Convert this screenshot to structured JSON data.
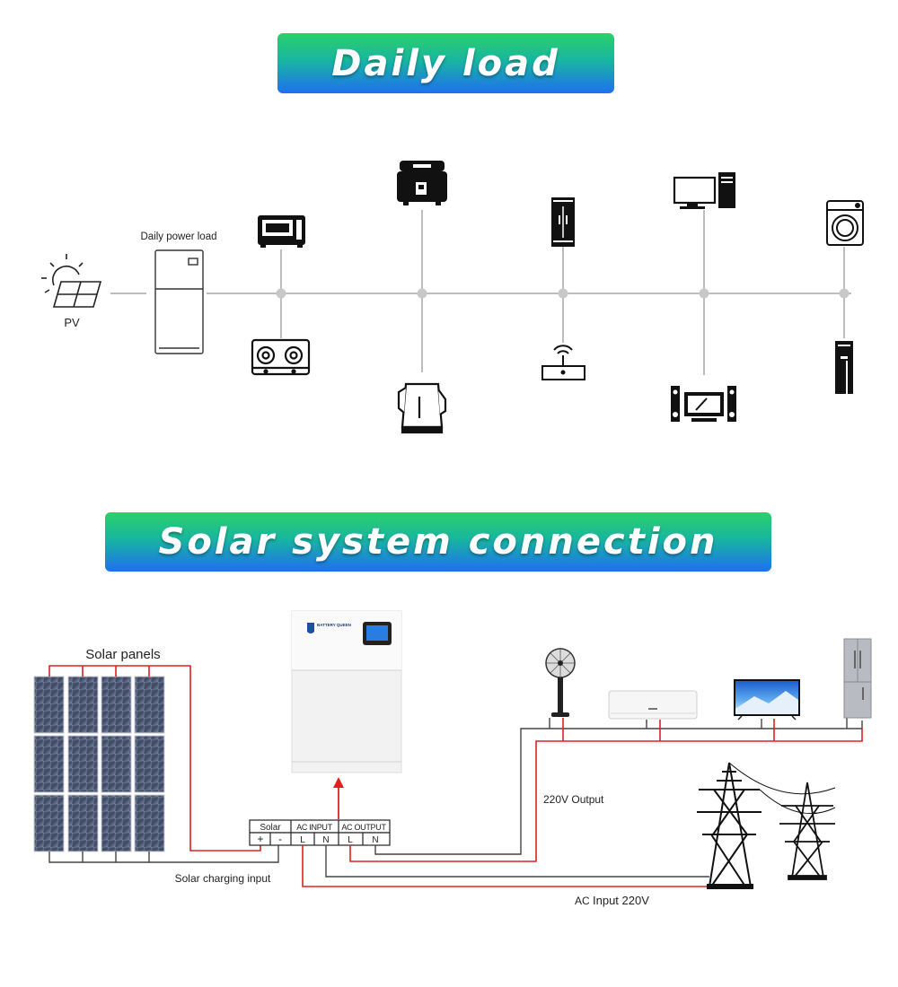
{
  "daily_load": {
    "title": "Daily load",
    "pv_label": "PV",
    "fridge_label": "Daily power load",
    "icons": [
      "sun-solar-panel-icon",
      "refrigerator-icon",
      "microwave-icon",
      "gas-stove-icon",
      "rice-cooker-icon",
      "electric-kettle-icon",
      "double-door-fridge-icon",
      "wifi-router-icon",
      "desktop-computer-icon",
      "home-theater-tv-icon",
      "washing-machine-icon",
      "water-heater-icon"
    ]
  },
  "solar_system": {
    "title": "Solar system connection",
    "panels_label": "Solar panels",
    "brand_label": "BATTERY QUEEN",
    "terminal_groups": [
      "Solar",
      "AC INPUT",
      "AC OUTPUT"
    ],
    "terminals": [
      "+",
      "-",
      "L",
      "N",
      "L",
      "N"
    ],
    "charging_label": "Solar charging input",
    "output_label": "220V Output",
    "input_label_prefix": "AC",
    "input_label_value": "Input 220V",
    "icons": [
      "solar-panel-array-icon",
      "inverter-unit-icon",
      "stand-fan-icon",
      "air-conditioner-icon",
      "tv-icon",
      "refrigerator-icon",
      "power-tower-icon"
    ],
    "colors": {
      "wire_red": "#e02020",
      "wire_black": "#444444"
    }
  }
}
